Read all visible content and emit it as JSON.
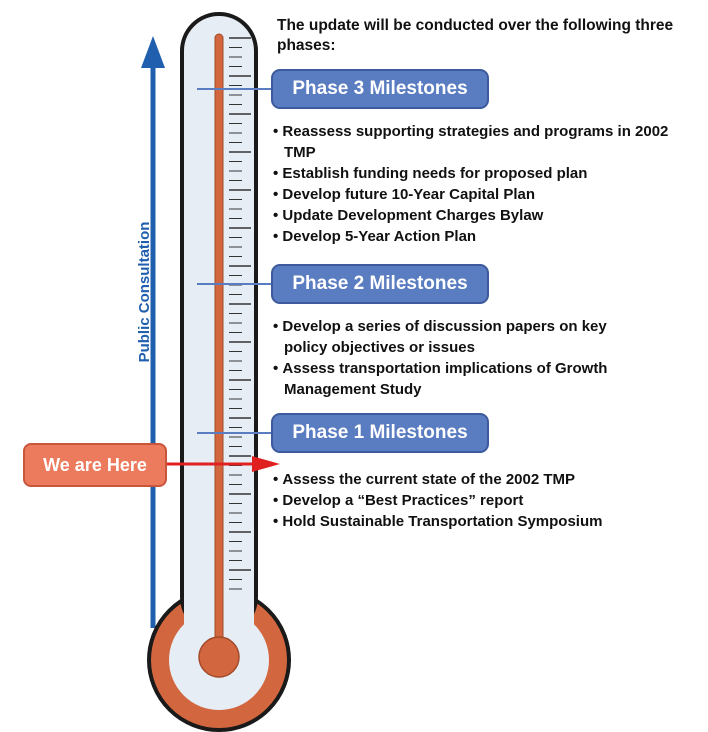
{
  "intro": "The update will be conducted over the following three phases:",
  "axis_label": "Public Consultation",
  "marker_label": "We are Here",
  "phases": [
    {
      "title": "Phase 3 Milestones",
      "bullets": [
        "Reassess supporting strategies and programs in 2002 TMP",
        "Establish funding needs for proposed plan",
        "Develop future 10-Year Capital Plan",
        "Update Development Charges Bylaw",
        "Develop 5-Year Action Plan"
      ]
    },
    {
      "title": "Phase 2 Milestones",
      "bullets": [
        "Develop a series of discussion papers on key policy objectives or issues",
        "Assess transportation implications of Growth Management Study"
      ]
    },
    {
      "title": "Phase 1 Milestones",
      "bullets": [
        "Assess the current state of the 2002 TMP",
        "Develop a “Best Practices” report",
        "Hold Sustainable Transportation Symposium"
      ]
    }
  ],
  "colors": {
    "phase_box": "#5a7cc0",
    "marker_box": "#ec7a5d",
    "marker_arrow": "#e02020",
    "consultation_arrow": "#1f5fae",
    "mercury": "#d2673f"
  }
}
